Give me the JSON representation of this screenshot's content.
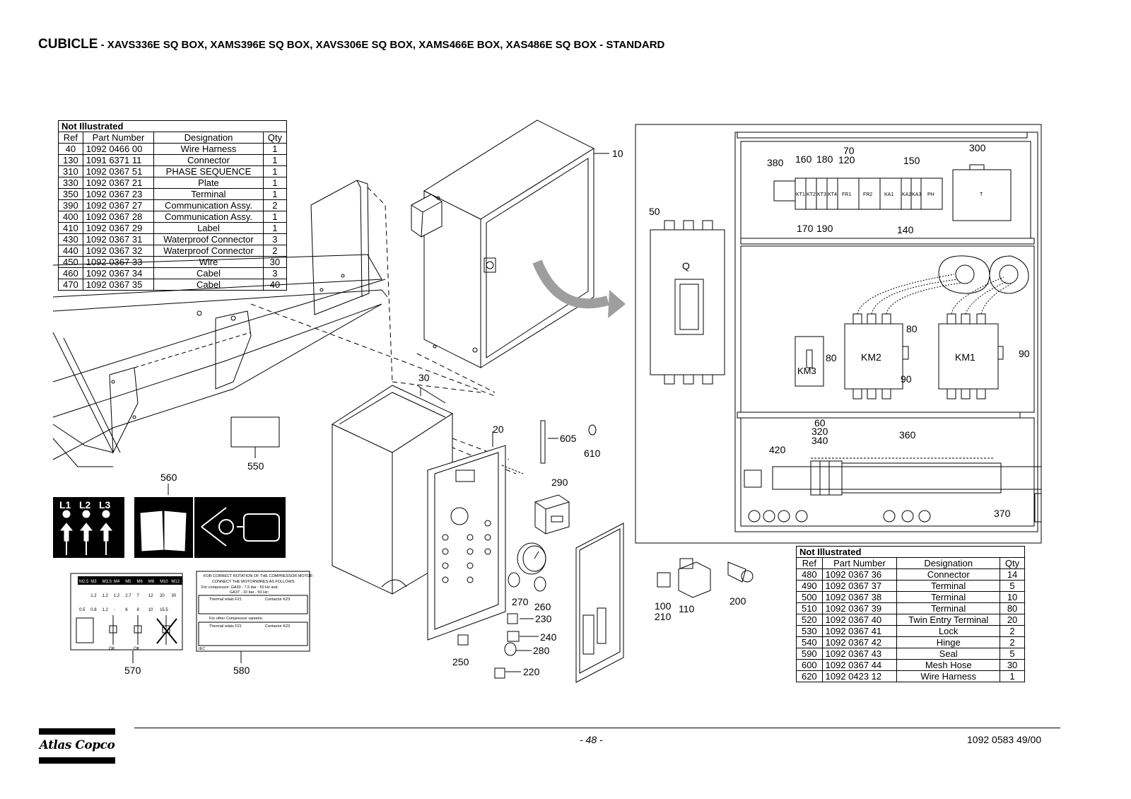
{
  "title": {
    "main": "CUBICLE",
    "models": " - XAVS336E SQ BOX, XAMS396E SQ BOX, XAVS306E SQ BOX, XAMS466E BOX, XAS486E SQ BOX - STANDARD"
  },
  "table_left": {
    "caption": "Not Illustrated",
    "headers": [
      "Ref",
      "Part Number",
      "Designation",
      "Qty"
    ],
    "rows": [
      [
        "40",
        "1092 0466 00",
        "Wire Harness",
        "1"
      ],
      [
        "130",
        "1091 6371 11",
        "Connector",
        "1"
      ],
      [
        "310",
        "1092 0367 51",
        "PHASE SEQUENCE",
        "1"
      ],
      [
        "330",
        "1092 0367 21",
        "Plate",
        "1"
      ],
      [
        "350",
        "1092 0367 23",
        "Terminal",
        "1"
      ],
      [
        "390",
        "1092 0367 27",
        "Communication Assy.",
        "2"
      ],
      [
        "400",
        "1092 0367 28",
        "Communication Assy.",
        "1"
      ],
      [
        "410",
        "1092 0367 29",
        "Label",
        "1"
      ],
      [
        "430",
        "1092 0367 31",
        "Waterproof Connector",
        "3"
      ],
      [
        "440",
        "1092 0367 32",
        "Waterproof Connector",
        "2"
      ],
      [
        "450",
        "1092 0367 33",
        "Wire",
        "30"
      ],
      [
        "460",
        "1092 0367 34",
        "Cabel",
        "3"
      ],
      [
        "470",
        "1092 0367 35",
        "Cabel",
        "40"
      ]
    ]
  },
  "table_right": {
    "caption": "Not Illustrated",
    "headers": [
      "Ref",
      "Part Number",
      "Designation",
      "Qty"
    ],
    "rows": [
      [
        "480",
        "1092 0367 36",
        "Connector",
        "14"
      ],
      [
        "490",
        "1092 0367 37",
        "Terminal",
        "5"
      ],
      [
        "500",
        "1092 0367 38",
        "Terminal",
        "10"
      ],
      [
        "510",
        "1092 0367 39",
        "Terminal",
        "80"
      ],
      [
        "520",
        "1092 0367 40",
        "Twin Entry Terminal",
        "20"
      ],
      [
        "530",
        "1092 0367 41",
        "Lock",
        "2"
      ],
      [
        "540",
        "1092 0367 42",
        "Hinge",
        "2"
      ],
      [
        "590",
        "1092 0367 43",
        "Seal",
        "5"
      ],
      [
        "600",
        "1092 0367 44",
        "Mesh Hose",
        "30"
      ],
      [
        "620",
        "1092 0423 12",
        "Wire Harness",
        "1"
      ]
    ]
  },
  "callouts": {
    "c10": "10",
    "c30": "30",
    "c20": "20",
    "c605": "605",
    "c610": "610",
    "c290": "290",
    "c550": "550",
    "c560": "560",
    "c570": "570",
    "c580": "580",
    "c270": "270",
    "c260": "260",
    "c230": "230",
    "c240": "240",
    "c280": "280",
    "c250": "250",
    "c220": "220",
    "c50": "50",
    "c380": "380",
    "c160": "160",
    "c180": "180",
    "c70": "70",
    "c120": "120",
    "c150": "150",
    "c300": "300",
    "c170": "170",
    "c190": "190",
    "c140": "140",
    "c80a": "80",
    "c80b": "80",
    "c90a": "90",
    "c90b": "90",
    "c60": "60",
    "c320": "320",
    "c340": "340",
    "c420": "420",
    "c360": "360",
    "c370": "370",
    "c100": "100",
    "c210": "210",
    "c110": "110",
    "c200": "200"
  },
  "device_labels": {
    "q": "Q",
    "km1": "KM1",
    "km2": "KM2",
    "km3": "KM3",
    "kt1": "KT1",
    "kt2": "KT2",
    "kt3": "KT3",
    "kt4": "KT4",
    "fr1": "FR1",
    "fr2": "FR2",
    "ka1": "KA1",
    "ka2": "KA2",
    "ka3": "KA3",
    "ph": "PH",
    "t": "T"
  },
  "label_560": {
    "l1": "L1",
    "l2": "L2",
    "l3": "L3"
  },
  "label_570": {
    "head": [
      "M2.5",
      "M3",
      "M3.5",
      "M4",
      "M5",
      "M6",
      "M8",
      "M10",
      "M12"
    ],
    "row1": [
      "1.2",
      "1.2",
      "1.2",
      "2.7",
      "7",
      "12",
      "20",
      "30"
    ],
    "row2": [
      "0.5",
      "0.8",
      "1.2",
      "-",
      "8",
      "8",
      "10",
      "15.5"
    ],
    "ok1": "OK",
    "ok2": "OK"
  },
  "label_580": {
    "line1": "FOR CORRECT ROTATION OF THE COMPRESSOR MOTOR",
    "line2": "CONNECT THE MOTORWIRES AS FOLLOWS:",
    "line3": "For compressor: GA30 - 7.5 bar - 50 Hz and",
    "line4": "GA37 - 10 bar - 50 Hz:",
    "relay": "Thermal relais F21",
    "contactor": "Contactor K23",
    "other": "For other Compressor variants:",
    "iec": "IEC"
  },
  "footer": {
    "page": "- 48 -",
    "doc": "1092 0583 49/00",
    "logo": "Atlas Copco"
  },
  "colors": {
    "arrow": "#9e9e9e",
    "line": "#000000",
    "label_bg": "#000000"
  }
}
